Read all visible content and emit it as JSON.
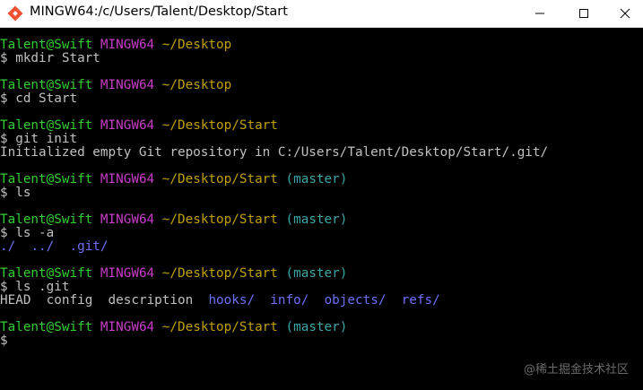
{
  "window": {
    "title": "MINGW64:/c/Users/Talent/Desktop/Start",
    "icon": "git-bash-icon",
    "controls": [
      "minimize-icon",
      "maximize-icon",
      "close-icon"
    ]
  },
  "colors": {
    "user_host": "#32cd32",
    "shell_name": "#c83cc8",
    "path": "#c0a000",
    "branch": "#3aa6a6",
    "directory": "#6f6ff8",
    "text": "#c0c0c0"
  },
  "prompt": {
    "user_host": "Talent@Swift",
    "shell": "MINGW64",
    "dollar": "$"
  },
  "blocks": [
    {
      "path": "~/Desktop",
      "branch": "",
      "command": "mkdir Start",
      "output": []
    },
    {
      "path": "~/Desktop",
      "branch": "",
      "command": "cd Start",
      "output": []
    },
    {
      "path": "~/Desktop/Start",
      "branch": "",
      "command": "git init",
      "output": [
        "Initialized empty Git repository in C:/Users/Talent/Desktop/Start/.git/"
      ]
    },
    {
      "path": "~/Desktop/Start",
      "branch": "(master)",
      "command": "ls",
      "output": []
    },
    {
      "path": "~/Desktop/Start",
      "branch": "(master)",
      "command": "ls -a",
      "listing": [
        {
          "name": "./",
          "type": "dir"
        },
        {
          "name": "../",
          "type": "dir"
        },
        {
          "name": ".git/",
          "type": "dir"
        }
      ]
    },
    {
      "path": "~/Desktop/Start",
      "branch": "(master)",
      "command": "ls .git",
      "listing": [
        {
          "name": "HEAD",
          "type": "file"
        },
        {
          "name": "config",
          "type": "file"
        },
        {
          "name": "description",
          "type": "file"
        },
        {
          "name": "hooks/",
          "type": "dir"
        },
        {
          "name": "info/",
          "type": "dir"
        },
        {
          "name": "objects/",
          "type": "dir"
        },
        {
          "name": "refs/",
          "type": "dir"
        }
      ]
    },
    {
      "path": "~/Desktop/Start",
      "branch": "(master)",
      "command": "",
      "output": []
    }
  ],
  "watermark": "@稀土掘金技术社区"
}
